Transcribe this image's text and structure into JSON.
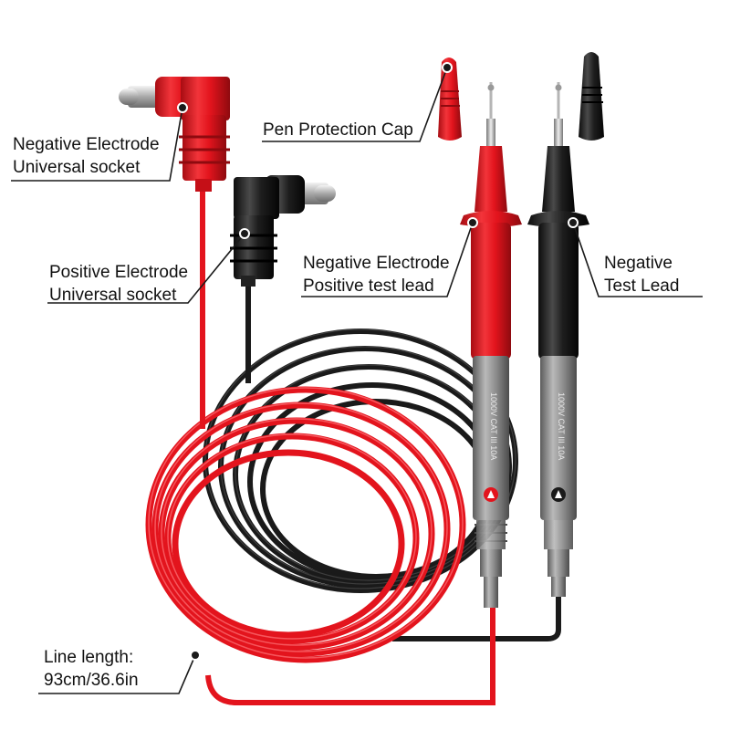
{
  "colors": {
    "red": "#e3141d",
    "black": "#1a1a1a",
    "grey": "#8c8c8c",
    "background": "#ffffff"
  },
  "labels": {
    "negative_socket": {
      "line1": "Negative Electrode",
      "line2": "Universal socket"
    },
    "positive_socket": {
      "line1": "Positive Electrode",
      "line2": "Universal socket"
    },
    "pen_cap": {
      "line1": "Pen Protection Cap"
    },
    "negative_positive_lead": {
      "line1": "Negative Electrode",
      "line2": "Positive test lead"
    },
    "negative_lead": {
      "line1": "Negative",
      "line2": "Test Lead"
    },
    "line_length": {
      "line1": "Line length:",
      "line2": "93cm/36.6in"
    }
  },
  "probe_text": {
    "rating": "1000V CAT III 10A"
  }
}
